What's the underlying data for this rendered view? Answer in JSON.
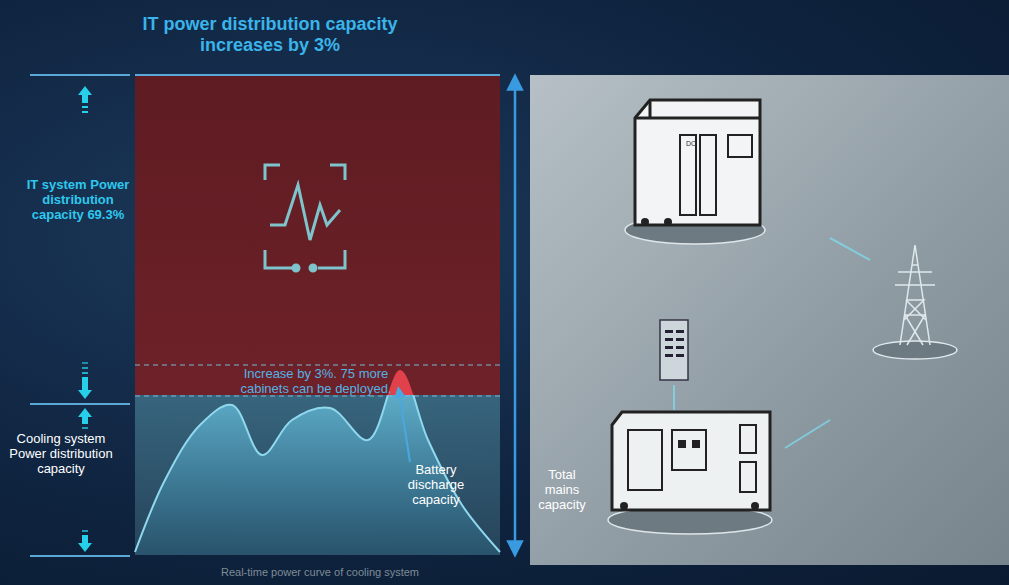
{
  "diagram": {
    "title": "IT power distribution capacity increases by 3%",
    "labels": [
      "IT system Power distribution capacity 69.3%",
      "Increase by 3%. 75 more cabinets can be deployed.",
      "Cooling system Power distribution capacity",
      "Battery discharge capacity",
      "Total mains capacity",
      "Real-time power curve of cooling system",
      "DC"
    ]
  }
}
